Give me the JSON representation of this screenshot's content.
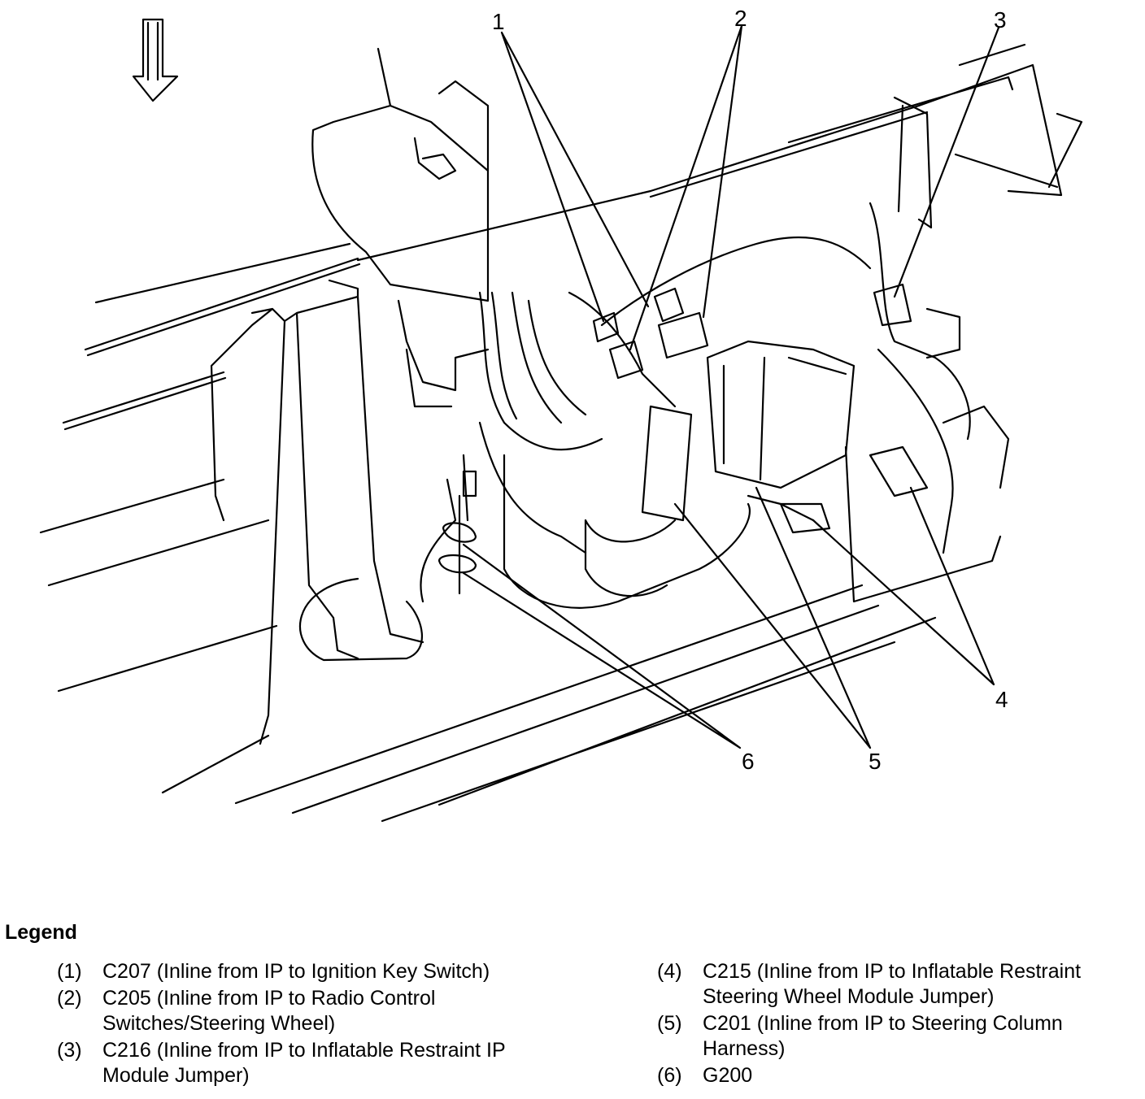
{
  "diagram": {
    "callouts": [
      "1",
      "2",
      "3",
      "4",
      "5",
      "6"
    ]
  },
  "legend": {
    "title": "Legend",
    "items": [
      {
        "num": "(1)",
        "text": "C207 (Inline from IP to Ignition Key Switch)"
      },
      {
        "num": "(2)",
        "text": "C205 (Inline from IP to Radio Control Switches/Steering Wheel)"
      },
      {
        "num": "(3)",
        "text": "C216 (Inline from IP to Inflatable Restraint IP Module Jumper)"
      },
      {
        "num": "(4)",
        "text": "C215 (Inline from IP to Inflatable Restraint Steering Wheel Module Jumper)"
      },
      {
        "num": "(5)",
        "text": "C201 (Inline from IP to Steering Column Harness)"
      },
      {
        "num": "(6)",
        "text": "G200"
      }
    ]
  }
}
